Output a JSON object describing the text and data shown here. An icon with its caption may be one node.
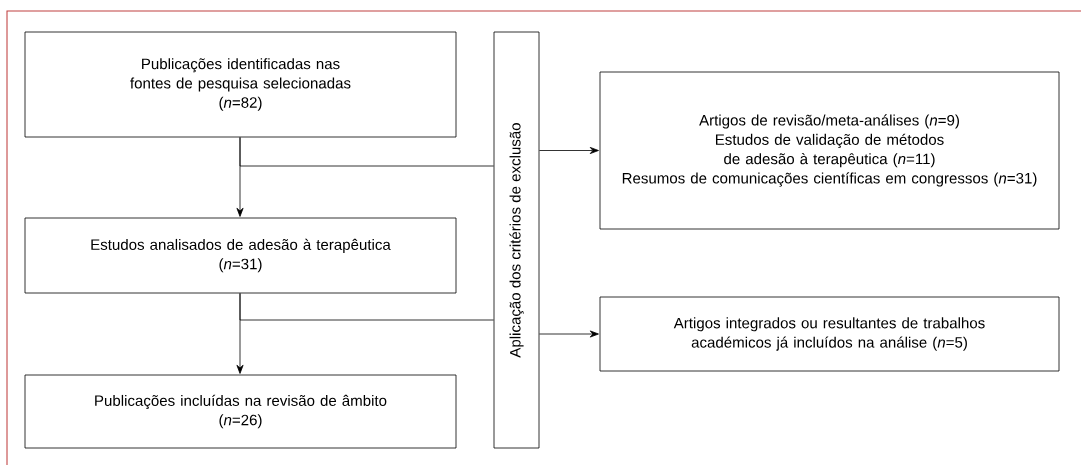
{
  "diagram": {
    "nodes": [
      {
        "text": [
          "Publicações identificadas nas fontes de pesquisa selecionadas",
          "(*n*=82)"
        ]
      },
      {
        "text": [
          "Aplicação dos critérios de exclusão"
        ]
      },
      {
        "text": [
          "Artigos de revisão/meta-análises (*n*=9)",
          "Estudos de validação de métodos de adesão à terapêutica (*n*=11)",
          "Resumos de comunicações científicas em congressos (*n*=31)"
        ]
      },
      {
        "text": [
          "Estudos analisados de adesão à terapêutica",
          "(*n*=31)"
        ]
      },
      {
        "text": [
          "Artigos integrados ou resultantes de trabalhos académicos já incluídos na análise (*n*=5)"
        ]
      },
      {
        "text": [
          "Publicações incluídas na revisão de âmbito",
          "(*n*=26)"
        ]
      }
    ],
    "edges": [
      {
        "from": 0,
        "to": 3,
        "arrow": "to"
      },
      {
        "from": 0,
        "to": 1,
        "arrow": "none"
      },
      {
        "from": 1,
        "to": 2,
        "arrow": "to"
      },
      {
        "from": 3,
        "to": 5,
        "arrow": "to"
      },
      {
        "from": 3,
        "to": 1,
        "arrow": "none"
      },
      {
        "from": 1,
        "to": 4,
        "arrow": "to"
      }
    ]
  }
}
